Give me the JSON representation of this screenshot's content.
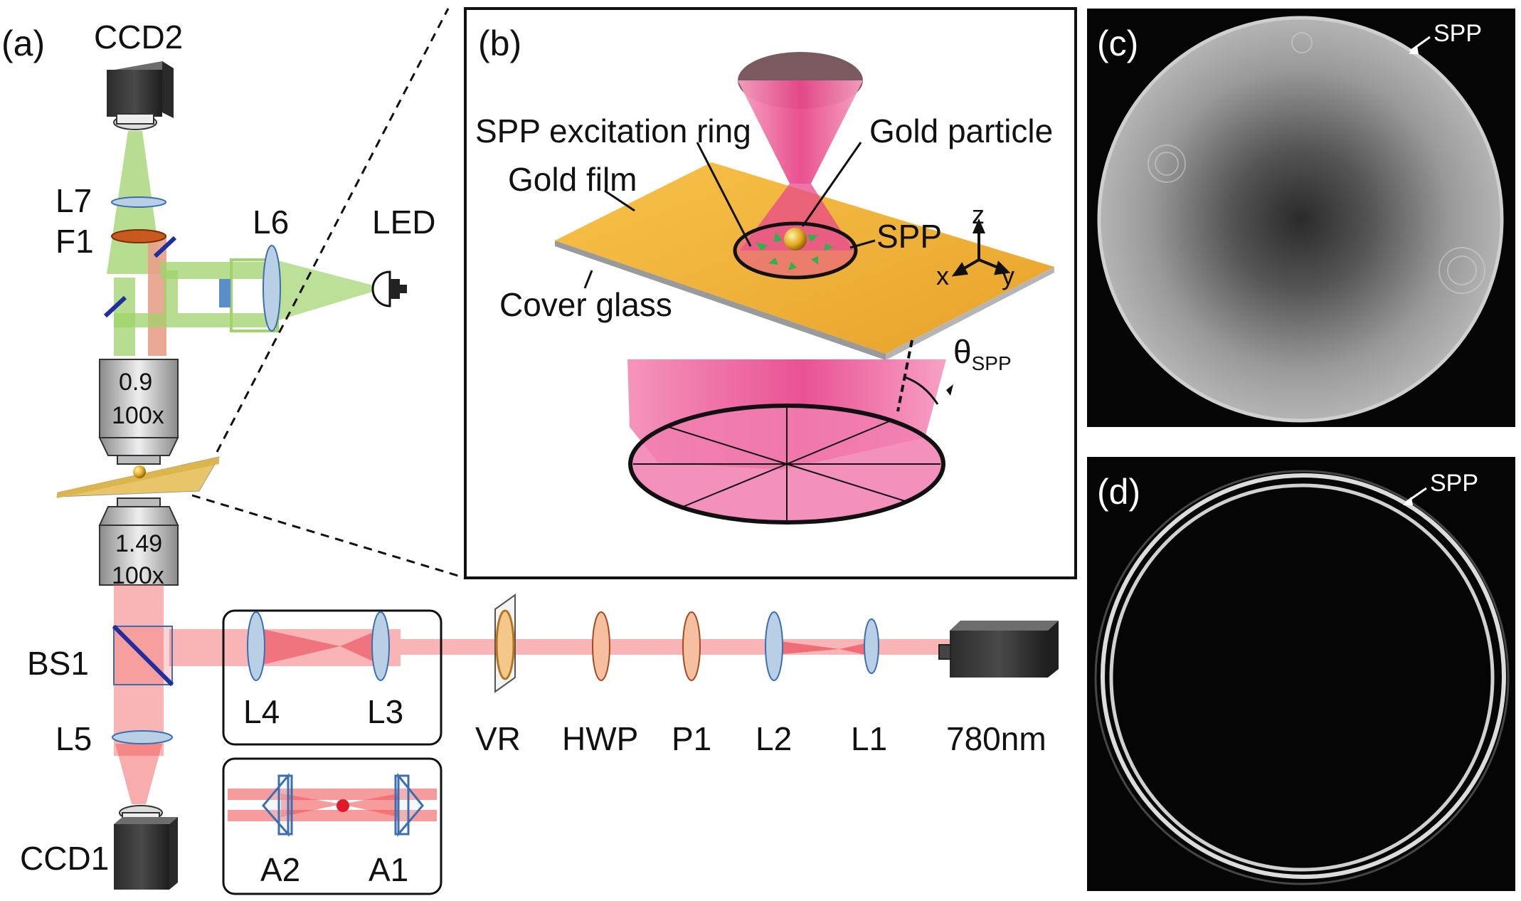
{
  "panels": {
    "a": "(a)",
    "b": "(b)",
    "c": "(c)",
    "d": "(d)"
  },
  "setup": {
    "ccd2": "CCD2",
    "ccd1": "CCD1",
    "l7": "L7",
    "f1": "F1",
    "l6": "L6",
    "led": "LED",
    "objective_top": {
      "na": "0.9",
      "mag": "100x"
    },
    "objective_bottom": {
      "na": "1.49",
      "mag": "100x"
    },
    "bs1": "BS1",
    "l5": "L5",
    "l4": "L4",
    "l3": "L3",
    "a2": "A2",
    "a1": "A1",
    "vr": "VR",
    "hwp": "HWP",
    "p1": "P1",
    "l2": "L2",
    "l1": "L1",
    "laser": "780nm"
  },
  "inset": {
    "spp_ring": "SPP excitation ring",
    "gold_particle": "Gold particle",
    "gold_film": "Gold film",
    "spp": "SPP",
    "cover_glass": "Cover glass",
    "axis_z": "z",
    "axis_x": "x",
    "axis_y": "y",
    "theta": "θ",
    "theta_sub": "SPP"
  },
  "images": {
    "c_label": "SPP",
    "d_label": "SPP"
  },
  "colors": {
    "laser_red": "#f25a5a",
    "led_green": "#8cc63f",
    "gold": "#f2b33d",
    "cone_pink": "#e83e8c",
    "lens_blue": "#9fb8d8"
  }
}
